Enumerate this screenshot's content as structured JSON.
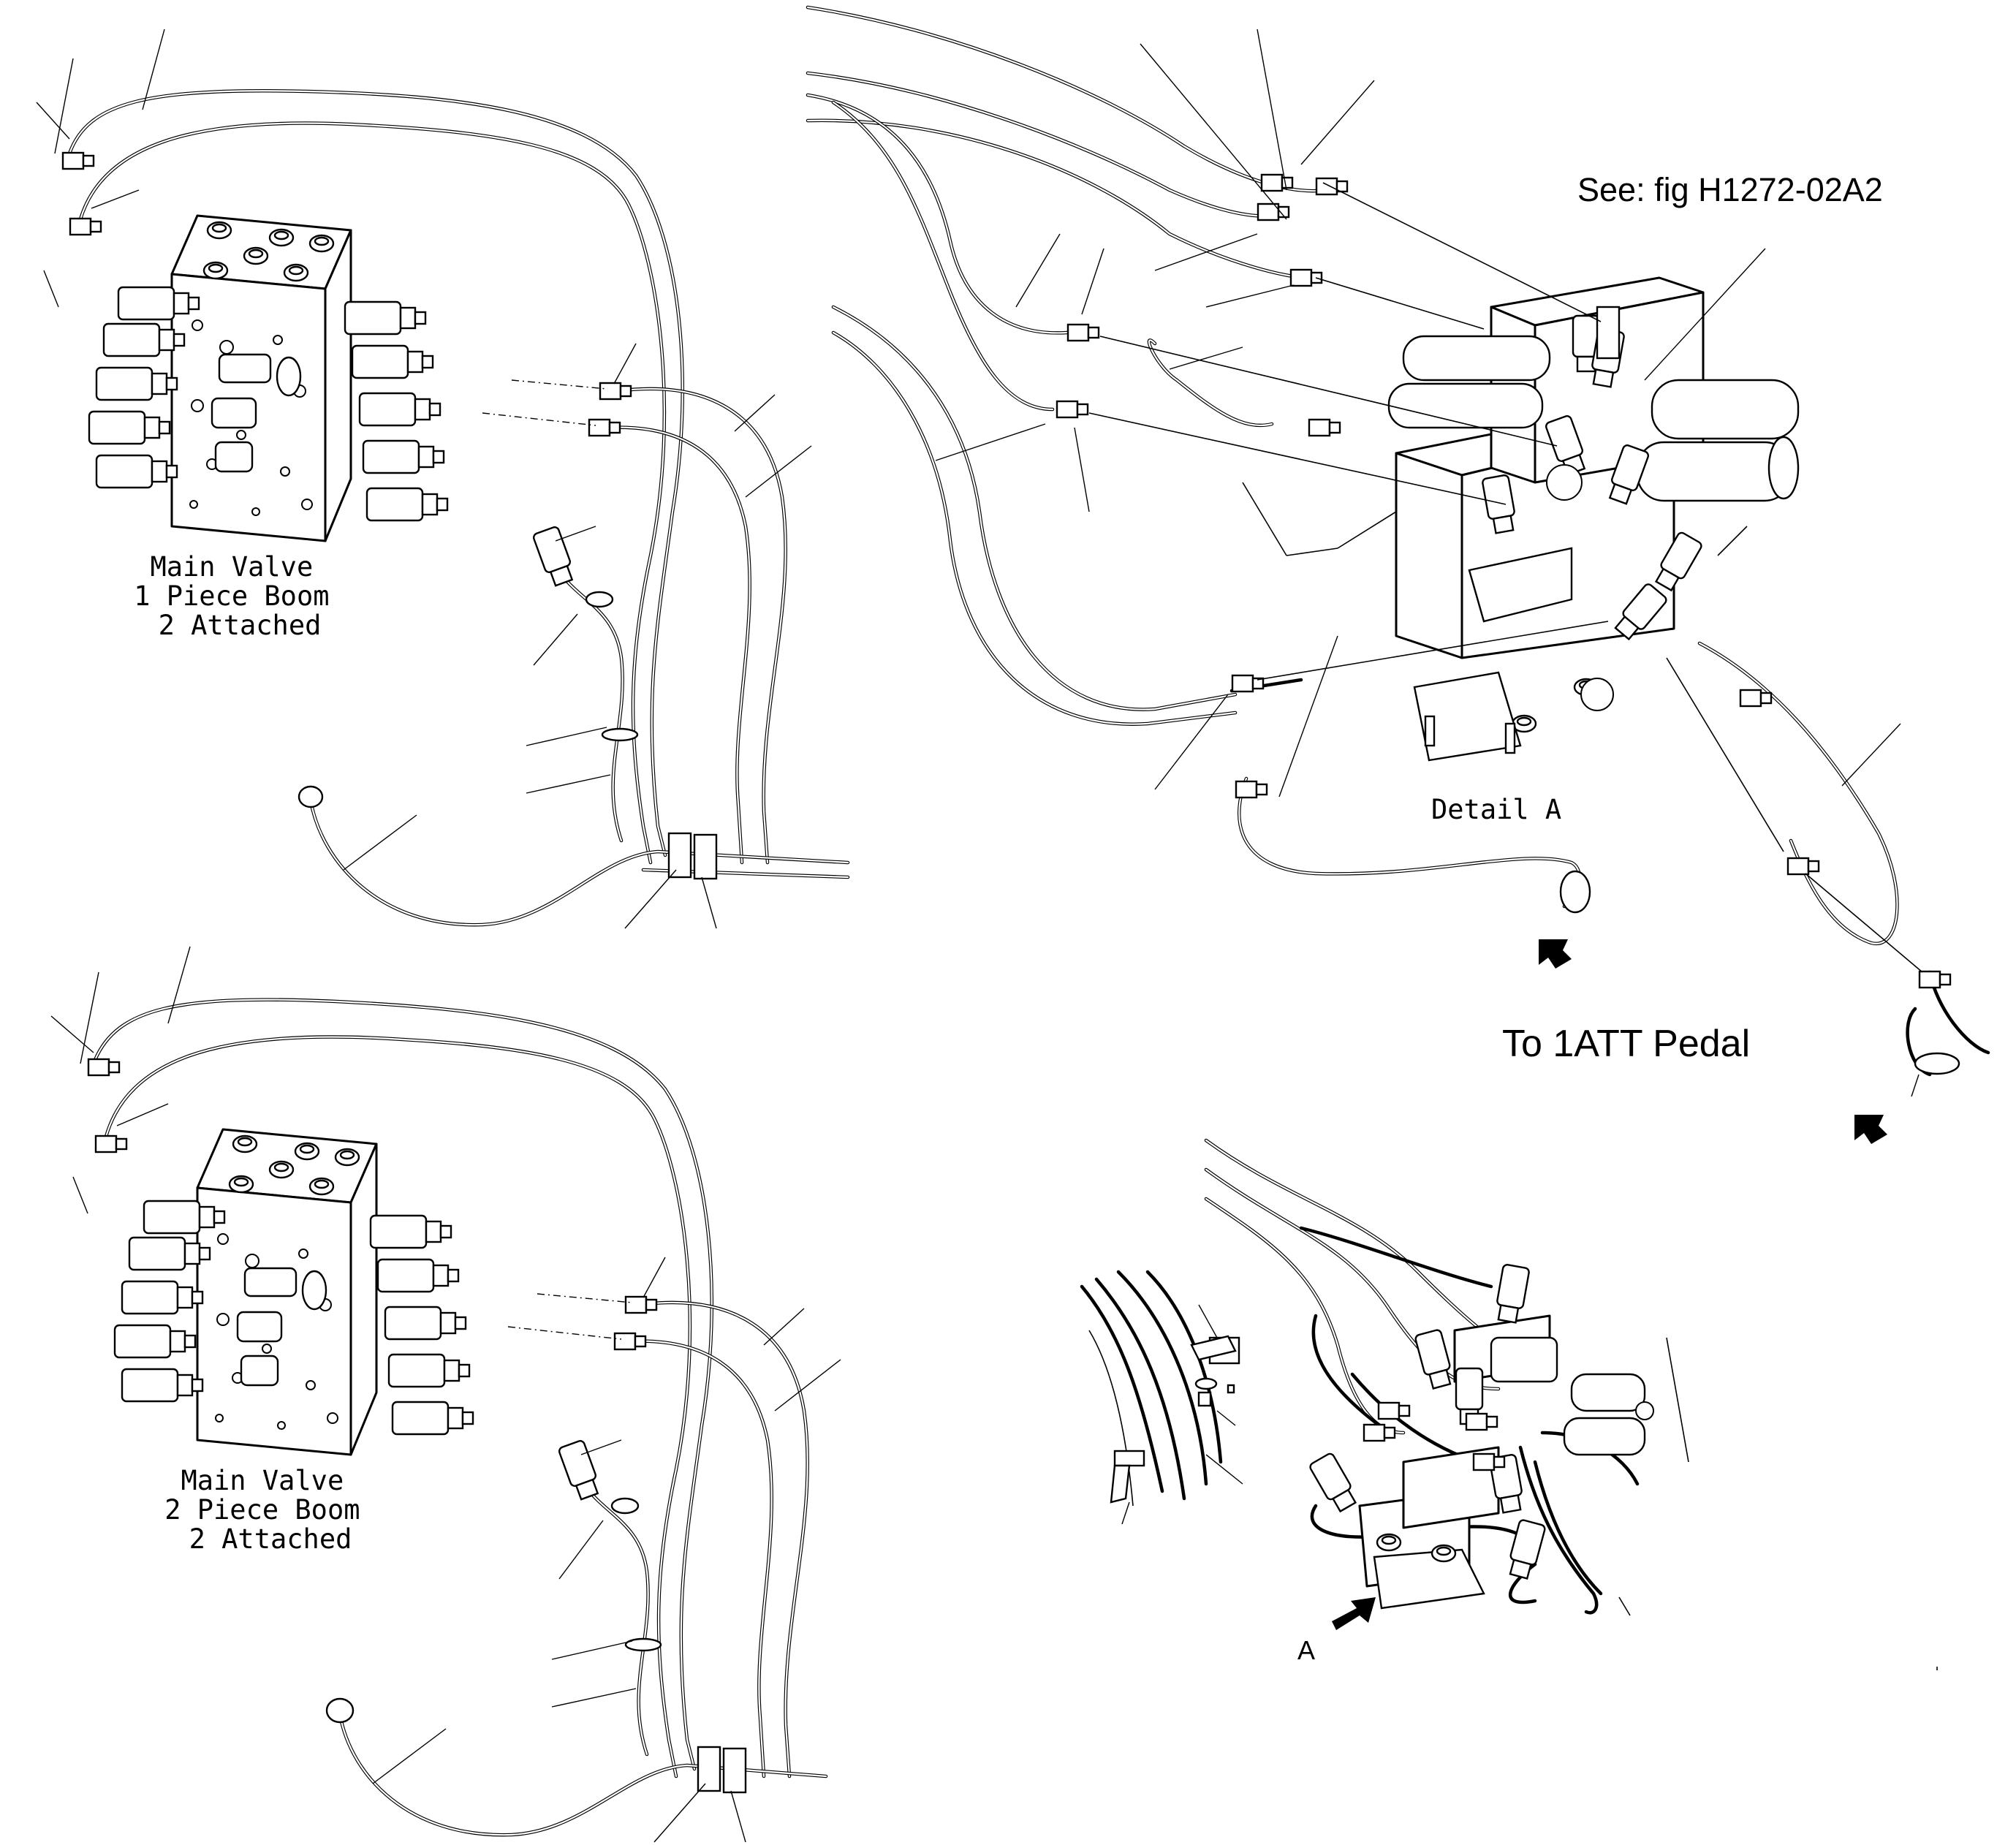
{
  "labels": {
    "valve1": [
      "Main Valve",
      "1 Piece Boom",
      "2 Attached"
    ],
    "valve2": [
      "Main Valve",
      "2 Piece Boom",
      "2 Attached"
    ],
    "see_fig": "See: fig H1272-02A2",
    "detail_a": "Detail A",
    "to_pedal": "To 1ATT Pedal",
    "view_a": "A"
  },
  "icons": [
    "direction-arrow-icon",
    "view-arrow-icon"
  ]
}
